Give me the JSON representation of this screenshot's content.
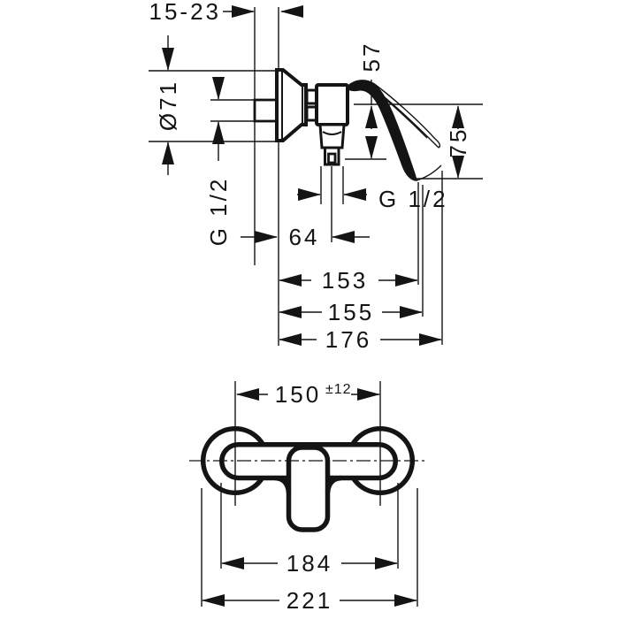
{
  "drawing": {
    "kind": "technical dimension drawing",
    "subject": "wall-mounted single-lever shower mixer",
    "ink_color": "#141414",
    "background": "#ffffff"
  },
  "dims": {
    "side_view": {
      "projection_depth": "15-23",
      "escutcheon_diameter": "Ø71",
      "inlet_thread": "G 1/2",
      "outlet_thread": "G 1/2",
      "handle_top_to_outlet": "57",
      "handle_top_to_handle_end": "75",
      "wall_to_outlet_center": "64",
      "depth_to_outlet": "153",
      "depth_to_handle": "155",
      "max_depth": "176"
    },
    "front_view": {
      "connection_centers": "150",
      "connection_tolerance": "±12",
      "body_width": "184",
      "overall_width": "221"
    }
  }
}
